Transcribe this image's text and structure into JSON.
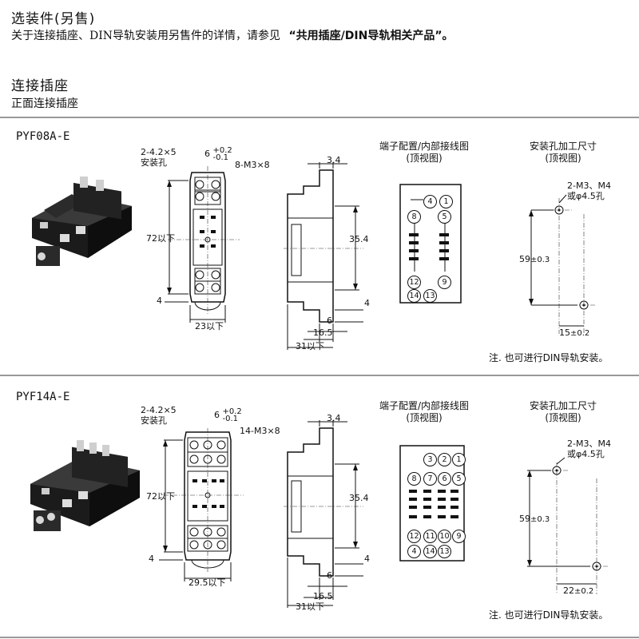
{
  "header": {
    "title": "选装件(另售)",
    "note_prefix": "关于连接插座、DIN导轨安装用另售件的详情，请参见",
    "note_link": "“共用插座/DIN导轨相关产品”。"
  },
  "section": {
    "title": "连接插座",
    "subtitle": "正面连接插座"
  },
  "products": [
    {
      "model": "PYF08A-E",
      "hole_label_1": "2-4.2×5",
      "hole_label_2": "安装孔",
      "tol_dim": "6",
      "tol_upper": "+0.2",
      "tol_lower": "-0.1",
      "screw_label": "8-M3×8",
      "height_label": "72以下",
      "four_left": "4",
      "width_label": "23以下",
      "side_top": "3.4",
      "side_mid": "35.4",
      "side_four": "4",
      "side_six": "6",
      "side_16": "16.5",
      "side_31": "31以下",
      "terminal_title_1": "端子配置/内部接线图",
      "terminal_title_2": "(顶视图)",
      "terminals": [
        "4",
        "1",
        "8",
        "5",
        "12",
        "9",
        "14",
        "13"
      ],
      "hole_title_1": "安装孔加工尺寸",
      "hole_title_2": "(顶视图)",
      "hole_screw_1": "2-M3、M4",
      "hole_screw_2": "或φ4.5孔",
      "hole_v": "59",
      "hole_v_tol": "±0.3",
      "hole_h": "15",
      "hole_h_tol": "±0.2",
      "din_note": "注. 也可进行DIN导轨安装。"
    },
    {
      "model": "PYF14A-E",
      "hole_label_1": "2-4.2×5",
      "hole_label_2": "安装孔",
      "tol_dim": "6",
      "tol_upper": "+0.2",
      "tol_lower": "-0.1",
      "screw_label": "14-M3×8",
      "height_label": "72以下",
      "four_left": "4",
      "width_label": "29.5以下",
      "side_top": "3.4",
      "side_mid": "35.4",
      "side_four": "4",
      "side_six": "6",
      "side_16": "16.5",
      "side_31": "31以下",
      "terminal_title_1": "端子配置/内部接线图",
      "terminal_title_2": "(顶视图)",
      "terminals": [
        "3",
        "2",
        "1",
        "8",
        "7",
        "6",
        "5",
        "12",
        "11",
        "10",
        "9",
        "4",
        "14",
        "13"
      ],
      "hole_title_1": "安装孔加工尺寸",
      "hole_title_2": "(顶视图)",
      "hole_screw_1": "2-M3、M4",
      "hole_screw_2": "或φ4.5孔",
      "hole_v": "59",
      "hole_v_tol": "±0.3",
      "hole_h": "22",
      "hole_h_tol": "±0.2",
      "din_note": "注. 也可进行DIN导轨安装。"
    }
  ]
}
